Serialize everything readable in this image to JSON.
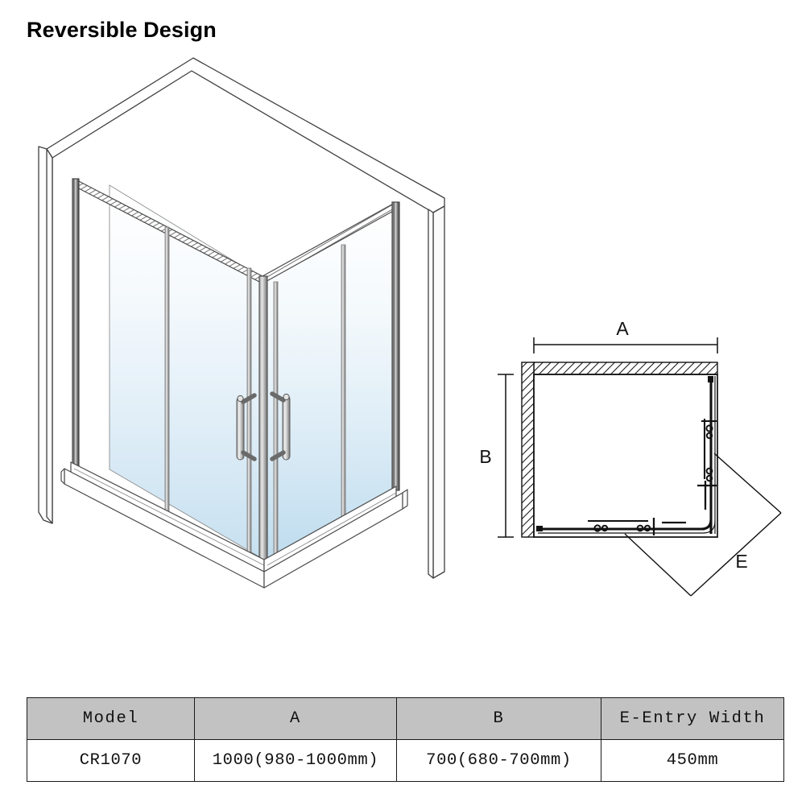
{
  "title": "Reversible Design",
  "iso_view": {
    "name": "isometric-shower-enclosure",
    "description": "3D isometric line drawing of a sliding door shower enclosure with two glass doors and handles",
    "glass_top_color": "#fdfeff",
    "glass_bottom_color": "#cbe2f1",
    "frame_color": "#6b6b6b",
    "outline_color": "#3a3a3a"
  },
  "plan_view": {
    "name": "plan-view-diagram",
    "dimension_a_label": "A",
    "dimension_b_label": "B",
    "entry_label": "E",
    "wall_hatch_color": "#1a1a1a",
    "line_color": "#111111"
  },
  "table": {
    "headers": [
      "Model",
      "A",
      "B",
      "E-Entry Width"
    ],
    "rows": [
      [
        "CR1070",
        "1000(980-1000mm)",
        "700(680-700mm)",
        "450mm"
      ]
    ],
    "header_bg": "#c2c2c2",
    "border_color": "#1a1a1a"
  }
}
